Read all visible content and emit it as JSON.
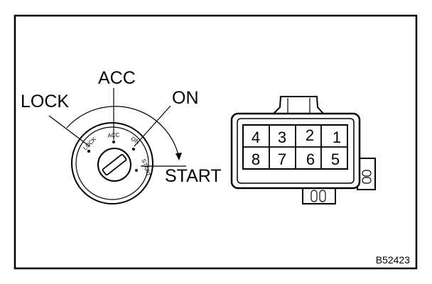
{
  "labels": {
    "lock": "LOCK",
    "acc": "ACC",
    "on": "ON",
    "start": "START"
  },
  "switch_face_labels": {
    "lock": "LOCK",
    "acc": "ACC",
    "on": "ON",
    "start": "START"
  },
  "connector_pins": {
    "row1": [
      "4",
      "3",
      "2",
      "1"
    ],
    "row2": [
      "8",
      "7",
      "6",
      "5"
    ]
  },
  "figure_code": "B52423"
}
